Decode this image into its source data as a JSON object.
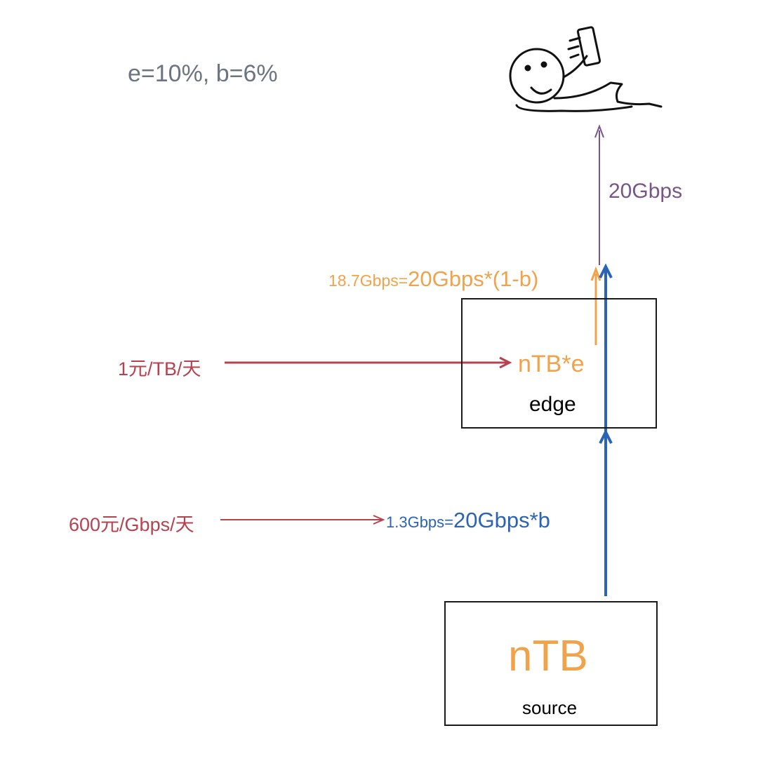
{
  "params": {
    "text": "e=10%, b=6%",
    "color": "#6b7480"
  },
  "user_link": {
    "label": "20Gbps",
    "color": "#7a5585"
  },
  "edge_output": {
    "prefix": "18.7Gbps=",
    "formula": "20Gbps*(1-b)",
    "color": "#f0a34a"
  },
  "storage_cost": {
    "label": "1元/TB/天",
    "color": "#b8414f"
  },
  "edge_box": {
    "content": "nTB*e",
    "name": "edge",
    "content_color": "#f0a34a"
  },
  "bandwidth_cost": {
    "label": "600元/Gbps/天",
    "color": "#b8414f"
  },
  "source_output": {
    "prefix": "1.3Gbps=",
    "formula": "20Gbps*b",
    "color": "#2b63b5"
  },
  "source_box": {
    "content": "nTB",
    "name": "source",
    "content_color": "#f0a34a"
  }
}
